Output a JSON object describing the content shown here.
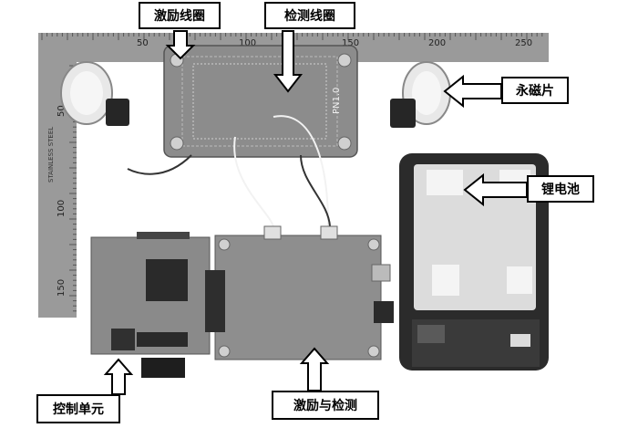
{
  "labels": {
    "excitation_coil": "激励线圈",
    "detection_coil": "检测线圈",
    "permanent_magnet": "永磁片",
    "lithium_battery": "锂电池",
    "control_unit": "控制单元",
    "excitation_detection": "激励与检测"
  },
  "ruler_marks": [
    "50",
    "100",
    "150",
    "200",
    "250",
    "50",
    "100",
    "150"
  ],
  "ruler_text": "STAINLESS STEEL",
  "pcb_text": "PN1.0",
  "colors": {
    "background": "#ffffff",
    "ruler": "#9a9a9a",
    "pcb": "#8c8c8c",
    "battery_case": "#2b2b2b",
    "battery_cell": "#dcdcdc"
  }
}
